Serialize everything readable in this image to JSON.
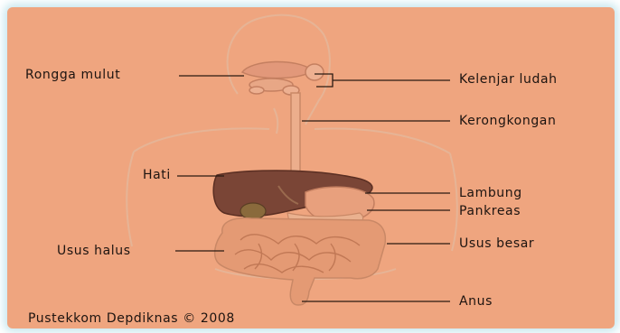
{
  "labels": {
    "rongga_mulut": "Rongga mulut",
    "kelenjar_ludah": "Kelenjar ludah",
    "kerongkongan": "Kerongkongan",
    "hati": "Hati",
    "lambung": "Lambung",
    "pankreas": "Pankreas",
    "usus_halus": "Usus halus",
    "usus_besar": "Usus besar",
    "anus": "Anus"
  },
  "credit": "Pustekkom Depdiknas © 2008",
  "colors": {
    "background": "#efa57f",
    "border_glow": "#c8e7ee",
    "liver": "#7a4536",
    "intestine": "#e49a74",
    "outline": "#c98866",
    "line": "#2a1a12"
  }
}
